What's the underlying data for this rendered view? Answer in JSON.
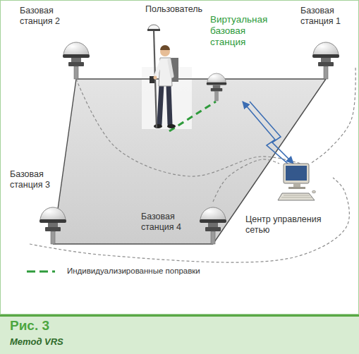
{
  "diagram": {
    "caption": "Метод VRS",
    "nodes": [
      {
        "text": [
          "Базовая станция 2"
        ]
      },
      {
        "text": [
          "Пользователь"
        ]
      },
      {
        "text": [
          "Виртуальная базовая станция"
        ]
      },
      {
        "text": [
          "Базовая станция 1"
        ]
      },
      {
        "text": [
          "Базовая станция 3"
        ]
      },
      {
        "text": [
          "Базовая станция 4"
        ]
      },
      {
        "text": [
          "Центр управления сетью"
        ]
      }
    ],
    "edges": [
      {
        "from": 3,
        "to": 0,
        "arrow": "none"
      },
      {
        "from": 0,
        "to": 4,
        "arrow": "none"
      },
      {
        "from": 4,
        "to": 5,
        "arrow": "none"
      },
      {
        "from": 5,
        "to": 3,
        "arrow": "none"
      },
      {
        "from": 0,
        "to": 6,
        "arrow": "none"
      },
      {
        "from": 3,
        "to": 6,
        "arrow": "none"
      },
      {
        "from": 4,
        "to": 6,
        "arrow": "none"
      },
      {
        "from": 5,
        "to": 6,
        "arrow": "none"
      },
      {
        "from": 6,
        "to": 2,
        "arrow": "to"
      },
      {
        "from": 2,
        "to": 6,
        "arrow": "to"
      },
      {
        "from": 1,
        "to": 2,
        "arrow": "none"
      }
    ],
    "labels": [
      "Рис. 3"
    ],
    "legend": [
      {
        "text": "Индивидуализированные поправки"
      }
    ]
  }
}
